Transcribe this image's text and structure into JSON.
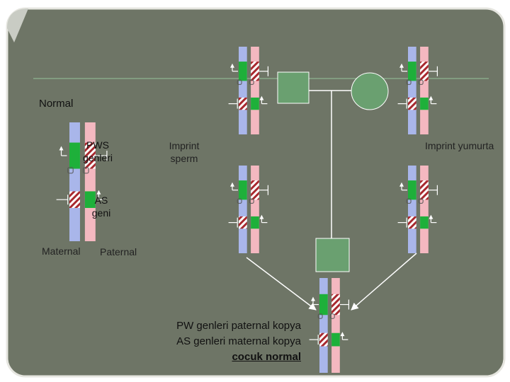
{
  "colors": {
    "background": "#6e7566",
    "panel_border": "#e6e6e0",
    "maternal_chromosome": "#a9b6ea",
    "paternal_chromosome": "#f4b8c0",
    "gene_green": "#1eb03a",
    "hatch_red": "#a8282e",
    "male_square": "#6aa070",
    "female_circle": "#6aa070"
  },
  "labels": {
    "normal": "Normal",
    "pws_genes": "PWS\ngenleri",
    "as_gene": "AS\ngeni",
    "maternal": "Maternal",
    "paternal": "Paternal",
    "imprint_sperm": "Imprint\nsperm",
    "imprint_egg": "Imprint yumurta",
    "note_line1": "PW genleri paternal kopya",
    "note_line2": "AS genleri maternal kopya",
    "note_line3": "cocuk normal"
  },
  "icons": [
    "up-arrow-icon",
    "block-bar-icon",
    "fork-icon"
  ]
}
